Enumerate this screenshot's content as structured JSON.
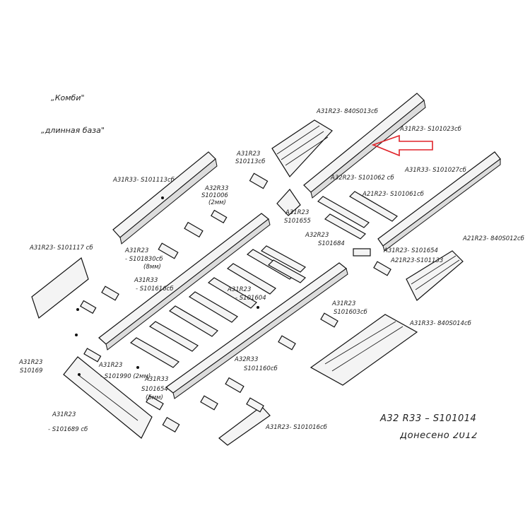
{
  "notes": {
    "kombi": "„Комби\"",
    "long_base": "„длинная база\""
  },
  "arrow_color": "#e0242a",
  "labels": {
    "l01": "A31R23- 840S013сб",
    "l02": "A31R23- S101023сб",
    "l03": "A31R33- S101027сб",
    "l04": "A31R23",
    "l05": "S10113сб",
    "l06": "A31R33- S101113сб",
    "l07": "A32R23- S101062 сб",
    "l08": "A21R23- S101061сб",
    "l09": "A32R33",
    "l10": "S101006",
    "l11": "(2мм)",
    "l12": "A31R23",
    "l13": "S101655",
    "l14": "A21R23- 840S012сб",
    "l15": "A31R23- S101117 сб",
    "l16": "A31R23",
    "l17": "- S101830сб",
    "l18": "(8мм)",
    "l19": "A32R23",
    "l20": "S101684",
    "l21": "A31R23- S101654",
    "l22": "A21R23-S101133",
    "l23": "A31R33",
    "l24": "- S101616сб",
    "l25": "A31R23",
    "l26": "- S101604",
    "l27": "A31R23",
    "l28": "S101603сб",
    "l29": "A31R33- 840S014сб",
    "l30": "A31R23",
    "l31": "S10169",
    "l32": "A31R23",
    "l33": "- S101990 (2мм)",
    "l34": "A32R33",
    "l35": "S101160сб",
    "l36": "A31R33",
    "l37": "S101654",
    "l38": "(5мм)",
    "l39": "A31R23",
    "l40": "- S101689 сб",
    "l41": "A31R23- S101016сб"
  },
  "footer": {
    "code": "A32 R33 – S101014",
    "sub": "Донесено 2012"
  }
}
